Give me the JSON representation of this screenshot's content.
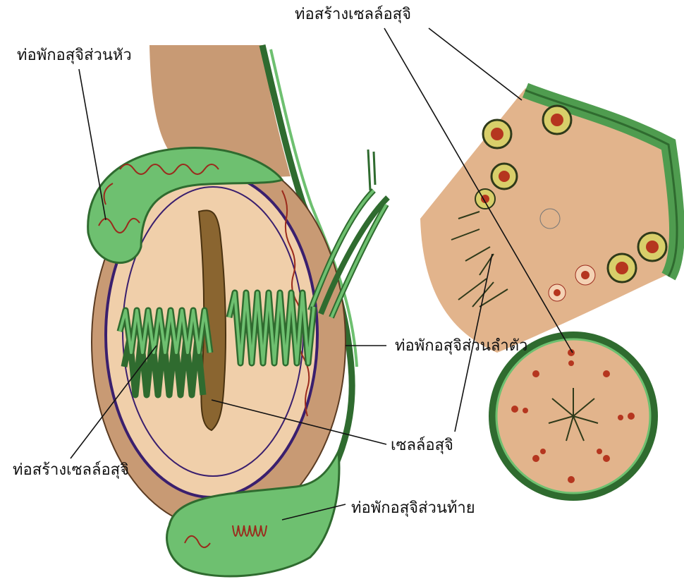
{
  "labels": {
    "seminiferous_tubule_top": "ท่อสร้างเซลล์อสุจิ",
    "epididymis_head": "ท่อพักอสุจิส่วนหัว",
    "epididymis_body": "ท่อพักอสุจิส่วนลำตัว",
    "sperm_cell": "เซลล์อสุจิ",
    "seminiferous_tubule_left": "ท่อสร้างเซลล์อสุจิ",
    "epididymis_tail": "ท่อพักอสุจิส่วนท้าย"
  },
  "colors": {
    "tan": "#e2b48c",
    "dark_tan": "#c89a74",
    "light_tan": "#f0cfaa",
    "green": "#6ec070",
    "dark_green": "#2f6b2f",
    "red_brown": "#9b2a1c",
    "purple": "#3a1f6e",
    "cord_brown": "#8a6530"
  }
}
